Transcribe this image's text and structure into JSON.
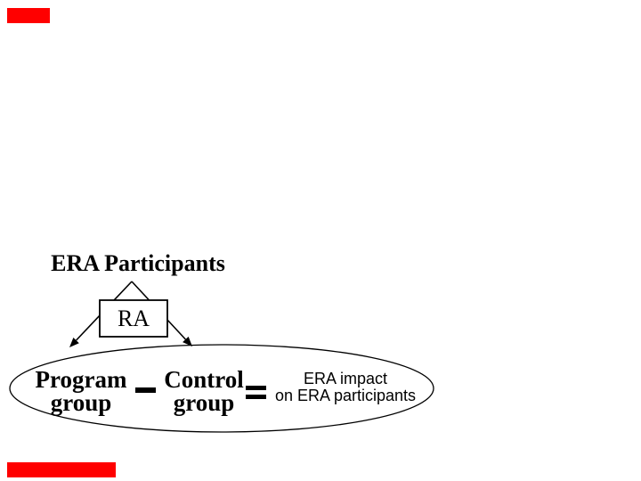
{
  "diagram": {
    "title": "ERA Participants",
    "ra_box_label": "RA",
    "program_group": {
      "line1": "Program",
      "line2": "group"
    },
    "minus_symbol": "−",
    "control_group": {
      "line1": "Control",
      "line2": "group"
    },
    "equals_symbol": "=",
    "impact": {
      "line1": "ERA impact",
      "line2": "on ERA participants"
    }
  },
  "colors": {
    "ink": "#000000",
    "background": "#ffffff",
    "red_bar": "#ff0000"
  }
}
